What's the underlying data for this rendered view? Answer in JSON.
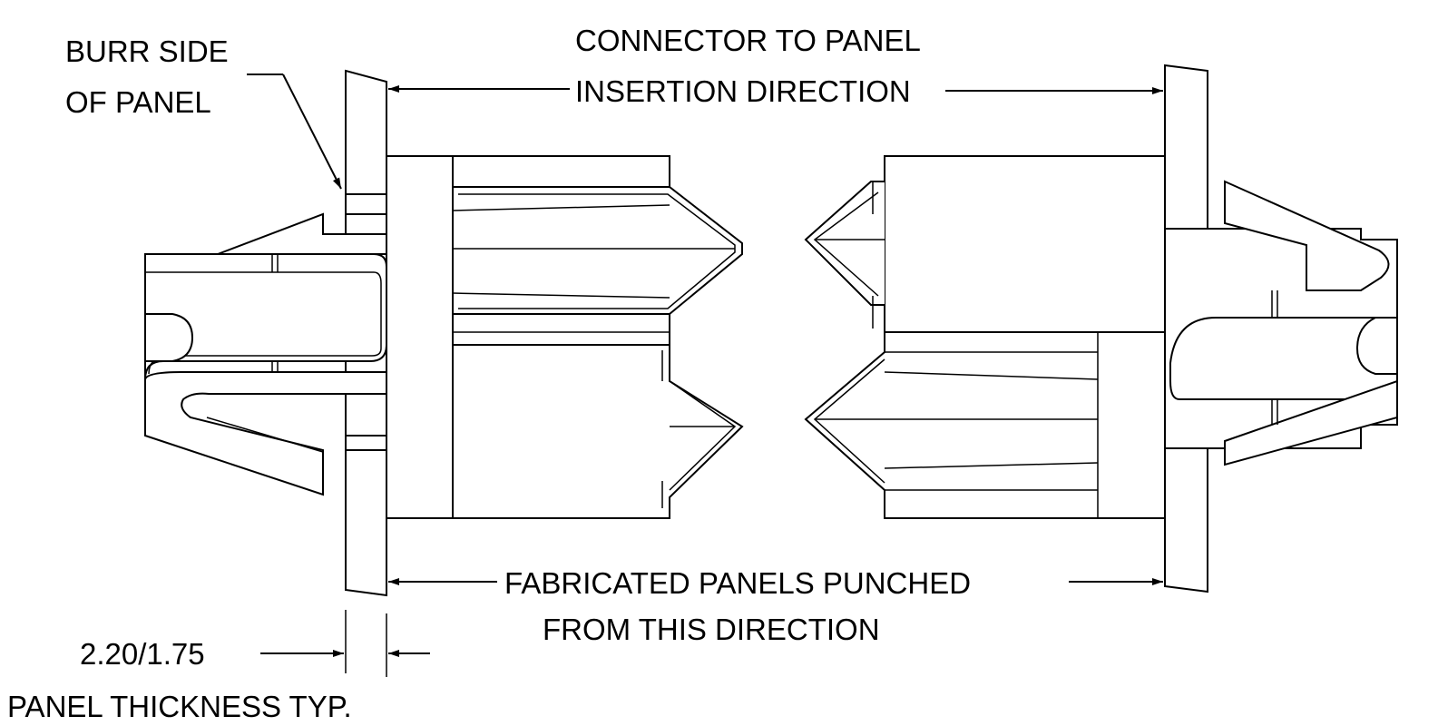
{
  "labels": {
    "burr_line1": "BURR SIDE",
    "burr_line2": "OF PANEL",
    "insertion_line1": "CONNECTOR TO PANEL",
    "insertion_line2": "INSERTION DIRECTION",
    "punch_line1": "FABRICATED PANELS PUNCHED",
    "punch_line2": "FROM THIS DIRECTION",
    "thickness_value": "2.20/1.75",
    "thickness_caption": "PANEL THICKNESS TYP."
  }
}
